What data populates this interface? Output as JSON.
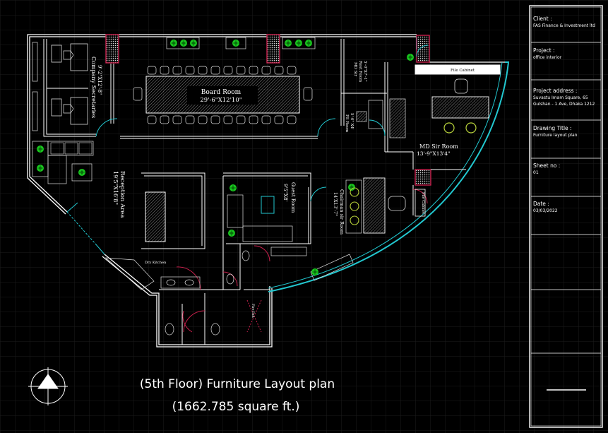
{
  "colors": {
    "background": "#000000",
    "wall": "#ffffff",
    "glass": "#22c8d0",
    "door": "#c8204c",
    "plant": "#19c81e",
    "chair_accent": "#b8d23a"
  },
  "title_block": {
    "client_label": "Client :",
    "client_value": "FAS Finance & Investment ltd",
    "project_label": "Project :",
    "project_value": "office interior",
    "address_label": "Project address :",
    "address_line1": "Suvastu Imam Square, 65",
    "address_line2": "Gulshan - 1 Ave, Dhaka 1212",
    "drawing_title_label": "Drawing Title :",
    "drawing_title_value": "Furniture layout plan",
    "sheet_label": "Sheet no :",
    "sheet_value": "01",
    "date_label": "Date :",
    "date_value": "03/03/2022"
  },
  "rooms": {
    "board_name": "Board Room",
    "board_size": "29'-6\"X12'10\"",
    "secretaries_name": "Company Secretaries",
    "secretaries_size": "9'-2\"X12'-8\"",
    "md_rest_name": "MD Sir",
    "md_rest_label": "Rest Room",
    "md_rest_size": "5'-0\"X7'-1\"",
    "ps_name": "PS Room",
    "ps_size": "5'-0\" X4'",
    "md_name": "MD Sir Room",
    "md_size": "13'-9\"X13'4\"",
    "file_cabinet": "File Cabinet",
    "file_cabinet_2": "File Cabinet",
    "reception_name": "Reception Area",
    "reception_size": "19'5\"X16'8\"",
    "guest_name": "Guest Room",
    "guest_size": "9'5\"X8'",
    "chairman_name": "Chairman sir Room",
    "chairman_size": "14'X13'-7\"",
    "dry_kitchen": "Dry Kitchen",
    "fire_exit": "Fire Exit"
  },
  "caption": {
    "line1": "(5th Floor) Furniture Layout plan",
    "line2": "(1662.785 square ft.)"
  }
}
